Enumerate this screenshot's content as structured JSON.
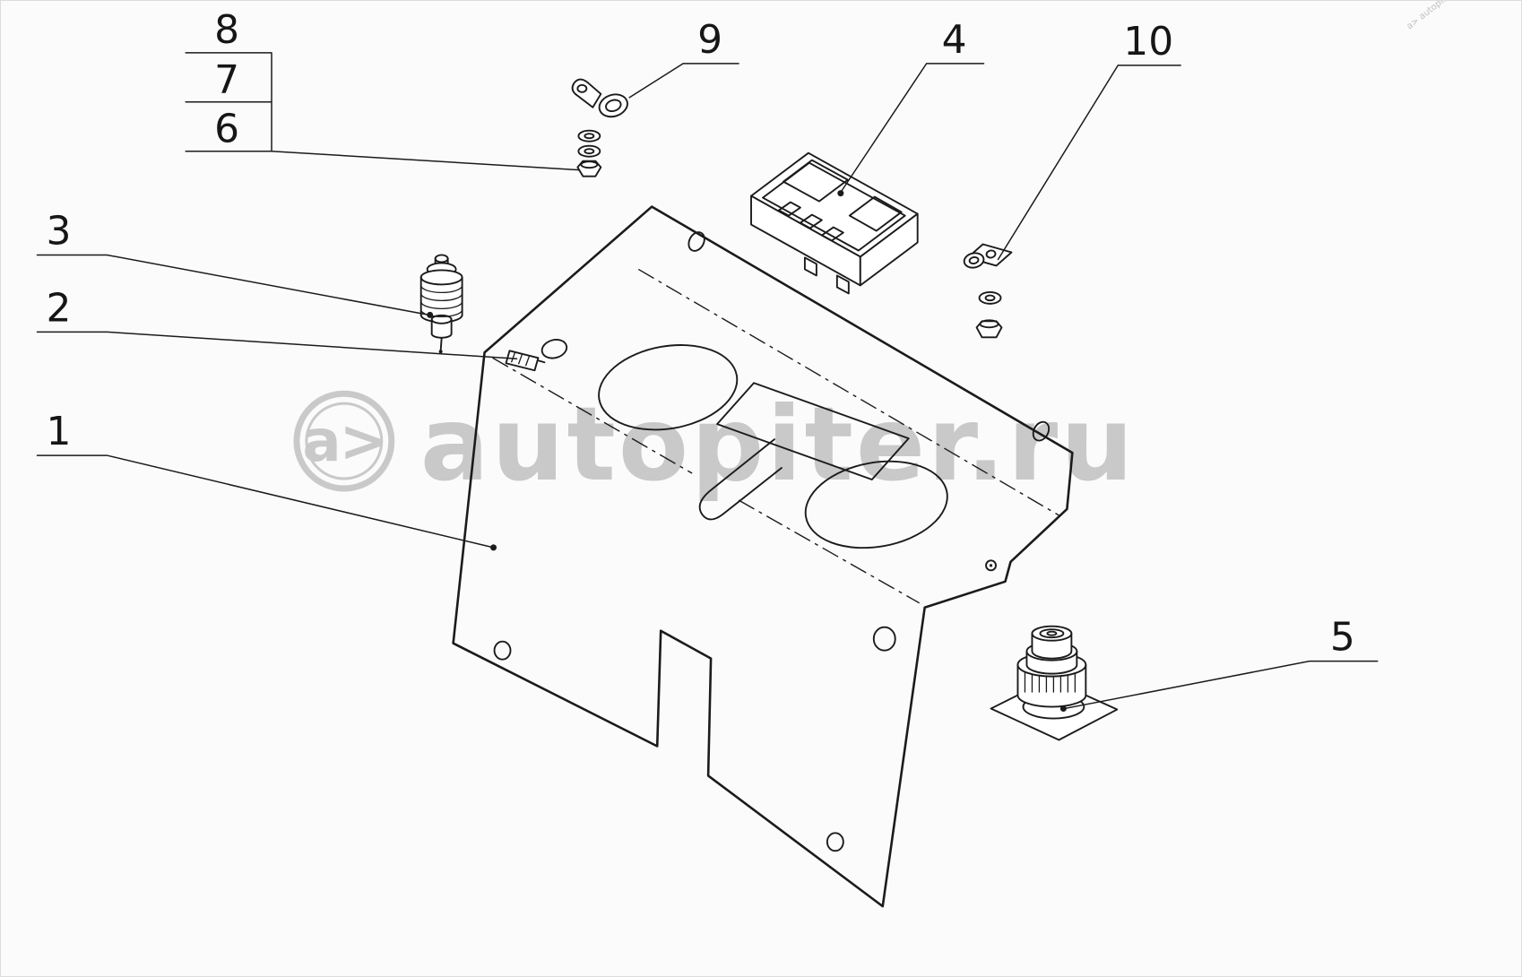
{
  "page": {
    "background": "#fbfbfb",
    "border": "#dcdcdc",
    "ink": "#1b1b1b"
  },
  "watermark": {
    "logo": "a>",
    "text": "autopiter.ru",
    "corner": "a> autopiter.ru",
    "color": "#c9c9c9"
  },
  "callouts": [
    "1",
    "2",
    "3",
    "4",
    "5",
    "6",
    "7",
    "8",
    "9",
    "10"
  ]
}
